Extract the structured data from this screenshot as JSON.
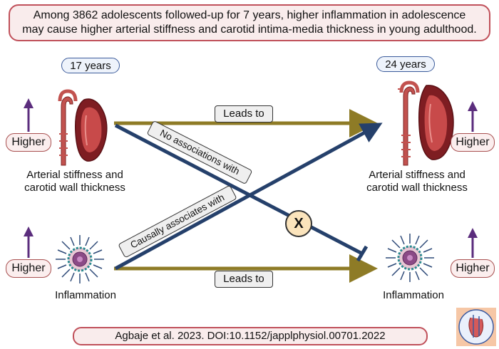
{
  "title": {
    "line1": "Among 3862 adolescents followed-up for 7 years, higher inflammation in adolescence",
    "line2": "may cause higher arterial stiffness and carotid intima-media thickness in young adulthood."
  },
  "left": {
    "age": "17 years",
    "higher_top": "Higher",
    "higher_bottom": "Higher",
    "artery_caption_1": "Arterial stiffness and",
    "artery_caption_2": "carotid wall thickness",
    "inflammation_caption": "Inflammation"
  },
  "right": {
    "age": "24 years",
    "higher_top": "Higher",
    "higher_bottom": "Higher",
    "artery_caption_1": "Arterial stiffness and",
    "artery_caption_2": "carotid wall thickness",
    "inflammation_caption": "Inflammation"
  },
  "arrows": {
    "top_label": "Leads to",
    "bottom_label": "Leads to",
    "diag_down_label": "No associations with",
    "diag_up_label": "Causally associates with",
    "block_mark": "X"
  },
  "citation": "Agbaje et al. 2023. DOI:10.1152/japplphysiol.00701.2022",
  "colors": {
    "olive_arrow": "#8e7b26",
    "navy_arrow": "#25406b",
    "purple_arrow": "#5b2d7d",
    "artery_red": "#b8454a",
    "box_border": "#c0505a"
  },
  "icons": [
    "up-arrow-icon",
    "artery-icon",
    "vessel-cross-section-icon",
    "inflamed-cell-icon",
    "journal-logo-icon"
  ]
}
